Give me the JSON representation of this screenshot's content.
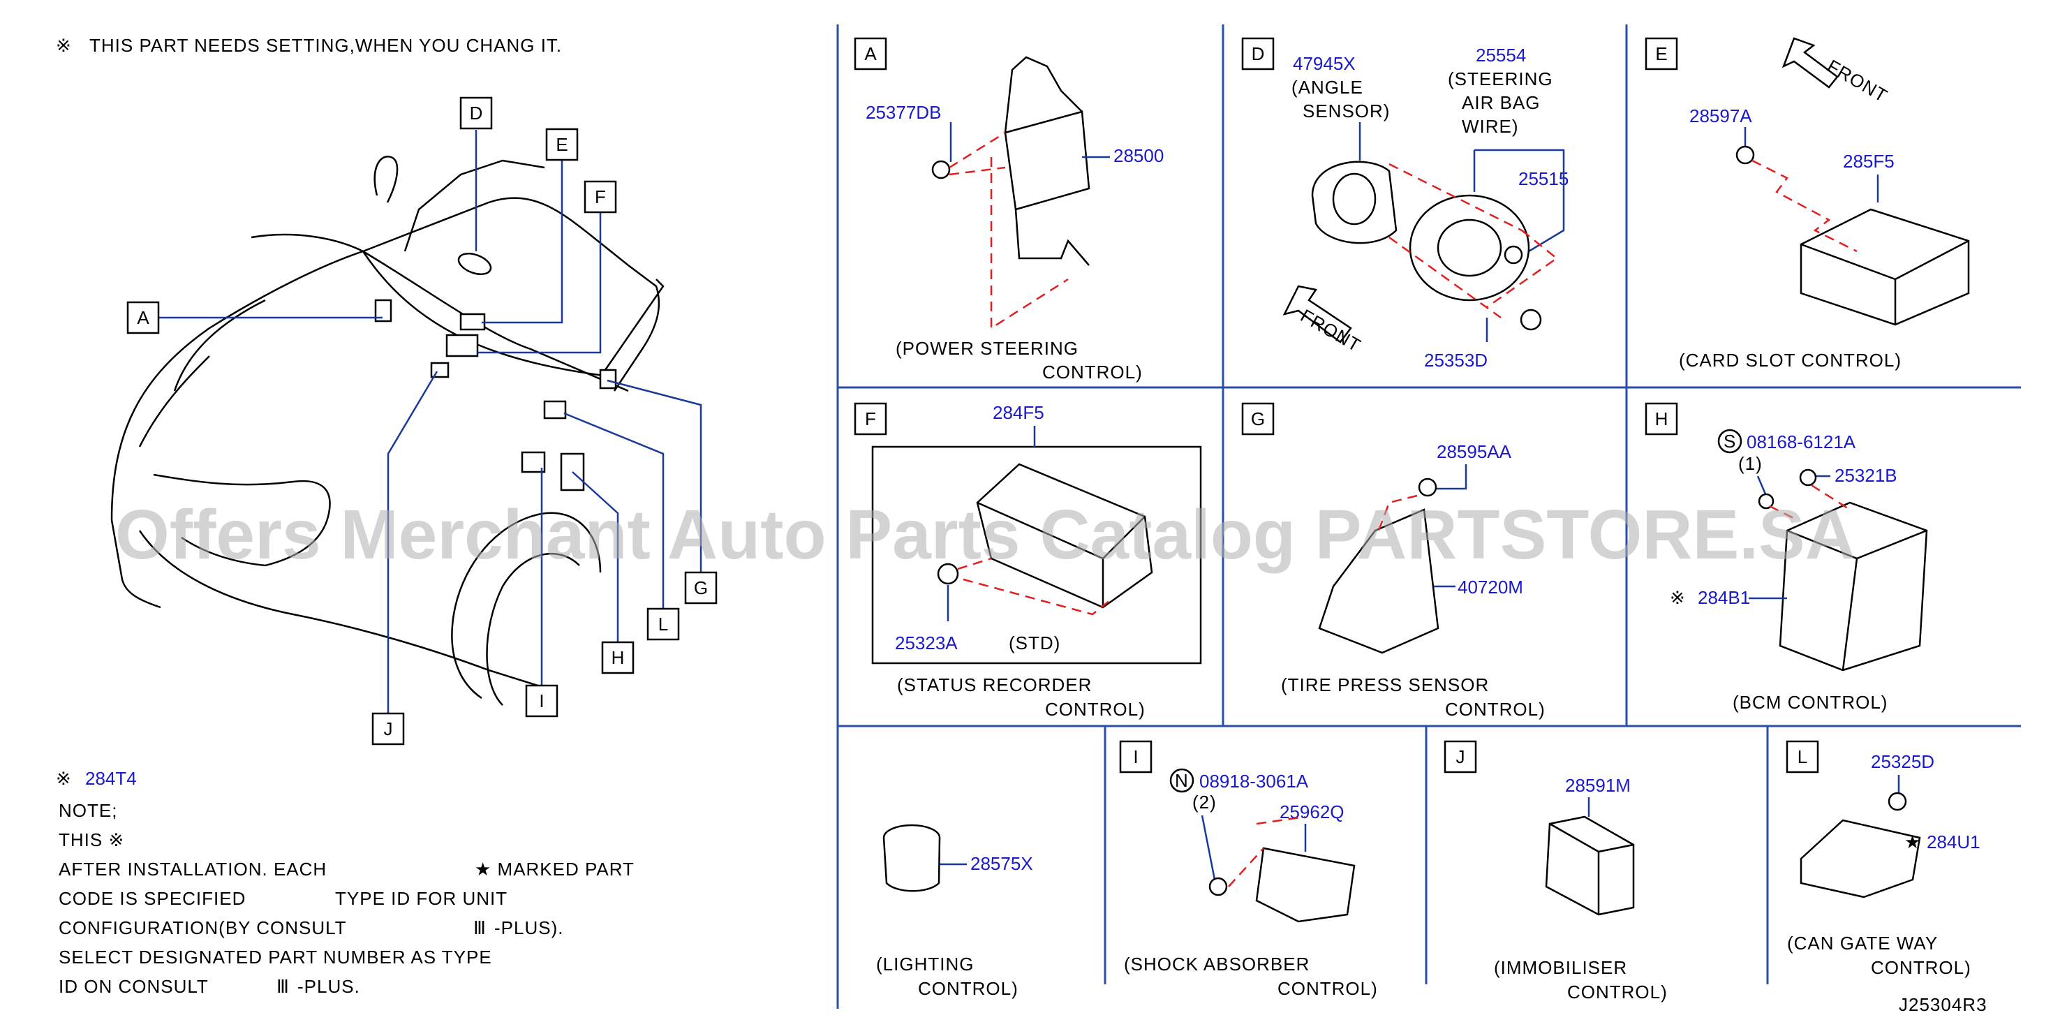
{
  "header": {
    "note_symbol": "※",
    "note_text": "THIS PART NEEDS SETTING,WHEN YOU CHANG IT."
  },
  "callout_labels": [
    "A",
    "D",
    "E",
    "F",
    "L",
    "G",
    "H",
    "I",
    "J"
  ],
  "bottom_note": {
    "symbol_part": "284T4",
    "lines": [
      "NOTE;",
      "THIS ※",
      "AFTER INSTALLATION. EACH",
      "CODE IS SPECIFIED",
      "CONFIGURATION(BY CONSULT",
      "SELECT DESIGNATED PART NUMBER AS TYPE",
      "ID ON CONSULT"
    ],
    "star_text": "★ MARKED PART",
    "type_text": "TYPE ID FOR UNIT",
    "plus1": "-PLUS).",
    "plus2": "-PLUS."
  },
  "panels": {
    "A": {
      "label": "A",
      "parts": [
        "25377DB",
        "28500"
      ],
      "caption1": "(POWER STEERING",
      "caption2": "CONTROL)"
    },
    "D": {
      "label": "D",
      "parts": [
        "47945X",
        "25554",
        "25515",
        "25353D"
      ],
      "note1a": "(ANGLE",
      "note1b": "SENSOR)",
      "note2a": "(STEERING",
      "note2b": "AIR BAG",
      "note2c": "WIRE)",
      "front": "FRONT"
    },
    "E": {
      "label": "E",
      "parts": [
        "28597A",
        "285F5"
      ],
      "caption": "(CARD SLOT CONTROL)",
      "front": "FRONT"
    },
    "F": {
      "label": "F",
      "parts": [
        "284F5",
        "25323A"
      ],
      "std": "(STD)",
      "caption1": "(STATUS RECORDER",
      "caption2": "CONTROL)"
    },
    "G": {
      "label": "G",
      "parts": [
        "28595AA",
        "40720M"
      ],
      "caption1": "(TIRE PRESS SENSOR",
      "caption2": "CONTROL)"
    },
    "H": {
      "label": "H",
      "parts": [
        "08168-6121A",
        "25321B",
        "284B1"
      ],
      "qty": "(1)",
      "caption": "(BCM CONTROL)"
    },
    "blank": {
      "parts": [
        "28575X"
      ],
      "caption1": "(LIGHTING",
      "caption2": "CONTROL)"
    },
    "I": {
      "label": "I",
      "parts": [
        "08918-3061A",
        "25962Q"
      ],
      "qty": "(2)",
      "caption1": "(SHOCK ABSORBER",
      "caption2": "CONTROL)"
    },
    "J": {
      "label": "J",
      "parts": [
        "28591M"
      ],
      "caption1": "(IMMOBILISER",
      "caption2": "CONTROL)"
    },
    "L": {
      "label": "L",
      "parts": [
        "25325D",
        "284U1"
      ],
      "caption1": "(CAN GATE WAY",
      "caption2": "CONTROL)"
    }
  },
  "diagram_id": "J25304R3",
  "watermark": "Offers Merchant Auto Parts Catalog PARTSTORE.SA"
}
